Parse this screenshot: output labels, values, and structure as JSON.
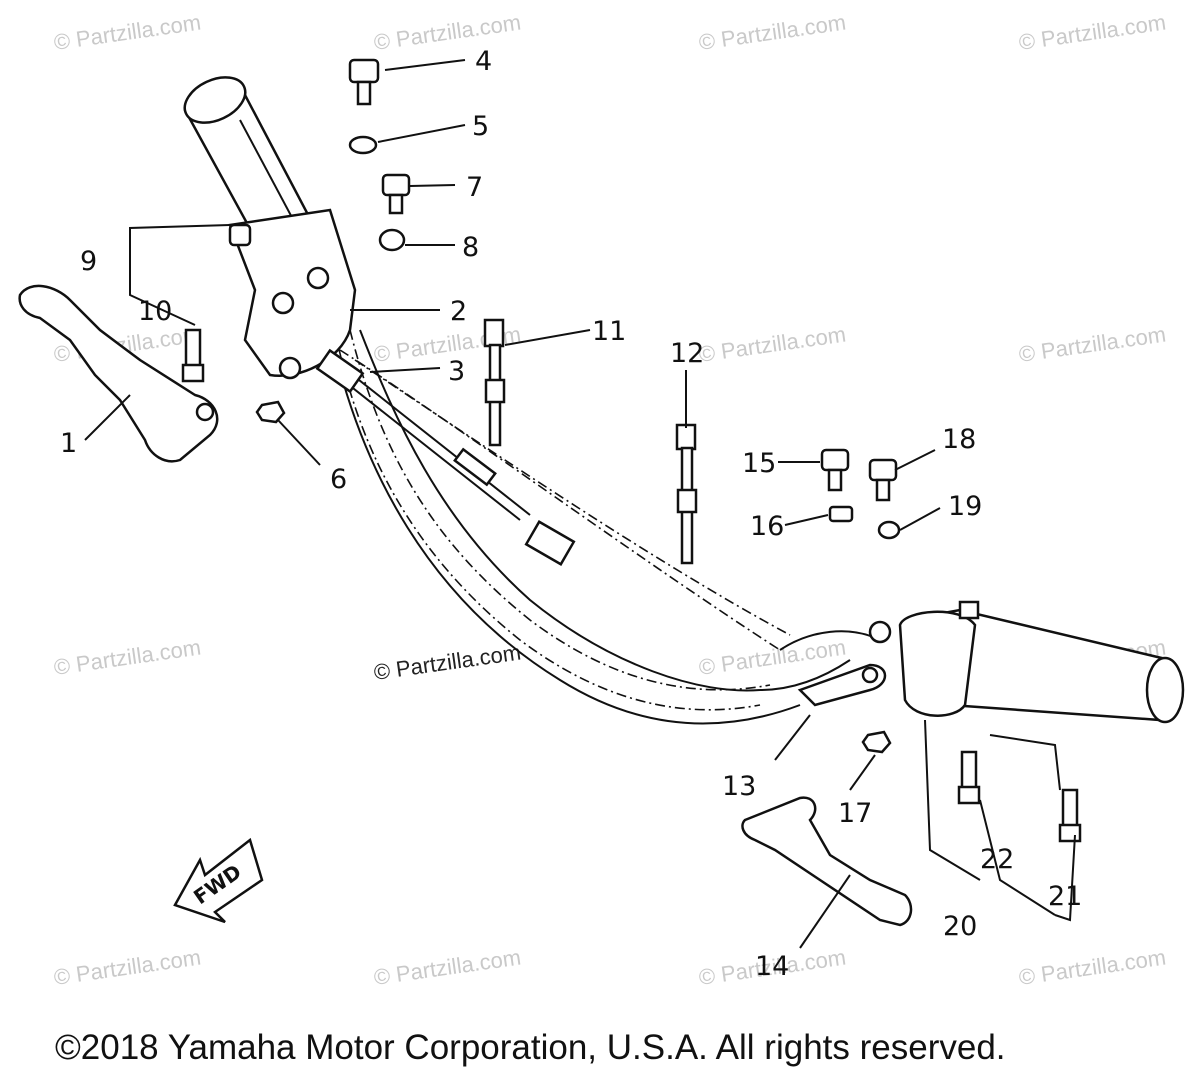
{
  "watermark": {
    "text": "© Partzilla.com",
    "center_text": "© Partzilla.com"
  },
  "callouts": [
    "1",
    "2",
    "3",
    "4",
    "5",
    "6",
    "7",
    "8",
    "9",
    "10",
    "11",
    "12",
    "13",
    "14",
    "15",
    "16",
    "17",
    "18",
    "19",
    "20",
    "21",
    "22"
  ],
  "fwd_label": "FWD",
  "footer": {
    "copyright": "©2018  Yamaha Motor Corporation, U.S.A. All rights reserved."
  },
  "colors": {
    "ink": "#111111",
    "watermark": "#c9c9c9",
    "background": "#ffffff"
  }
}
